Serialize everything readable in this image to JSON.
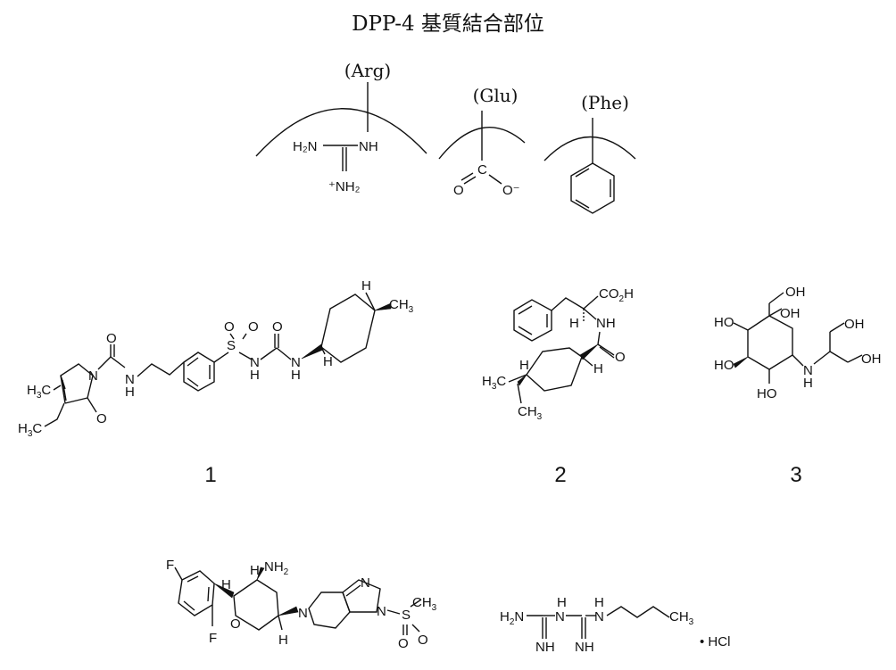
{
  "title": "DPP-4 基質結合部位",
  "pockets": [
    {
      "residue": "(Arg)",
      "group": "guanidinium",
      "labels": {
        "left_amine": "H₂N",
        "right_amine": "NH",
        "cation": "⁺NH₂"
      }
    },
    {
      "residue": "(Glu)",
      "group": "carboxylate",
      "labels": {
        "carbon": "C",
        "oxygen": "O",
        "anion": "O⁻"
      }
    },
    {
      "residue": "(Phe)",
      "group": "phenyl"
    }
  ],
  "compounds": [
    {
      "number": "1"
    },
    {
      "number": "2"
    },
    {
      "number": "3"
    }
  ],
  "salt_label": "• HCl"
}
